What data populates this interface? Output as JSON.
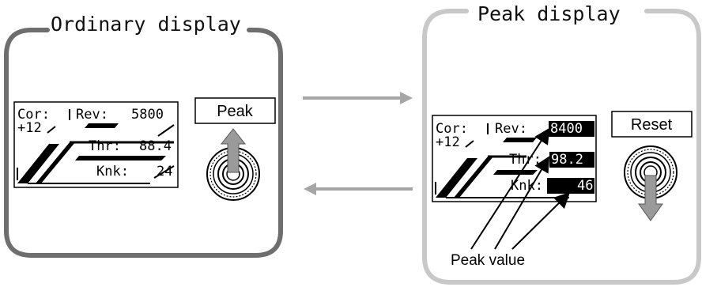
{
  "ordinary_panel": {
    "title": "Ordinary display",
    "button_label": "Peak",
    "lcd": {
      "cor_label": "Cor:",
      "cor_value": "+12",
      "rev_label": "Rev:",
      "rev_value": "5800",
      "thr_label": "Thr:",
      "thr_value": "88.4",
      "knk_label": "Knk:",
      "knk_value": "24"
    },
    "knob_arrow": "up"
  },
  "peak_panel": {
    "title": "Peak display",
    "button_label": "Reset",
    "lcd": {
      "cor_label": "Cor:",
      "cor_value": "+12",
      "rev_label": "Rev:",
      "rev_value": "8400",
      "thr_label": "Thr:",
      "thr_value": "98.2",
      "knk_label": "Knk:",
      "knk_value": "46"
    },
    "knob_arrow": "down",
    "annotation": "Peak value"
  },
  "colors": {
    "ordinary_border": "#6e6e6e",
    "peak_border": "#c8c8c8",
    "arrow": "#a6a6a6",
    "knob_arrow": "#9a9a9a"
  }
}
